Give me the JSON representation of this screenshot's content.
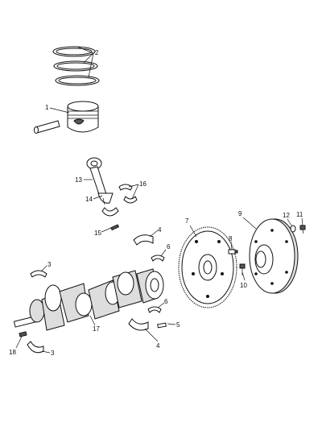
{
  "callouts": {
    "c1": "1",
    "c2": "2",
    "c3a": "3",
    "c3b": "3",
    "c4a": "4",
    "c4b": "4",
    "c5": "5",
    "c6a": "6",
    "c6b": "6",
    "c7": "7",
    "c8": "8",
    "c9": "9",
    "c10": "10",
    "c11": "11",
    "c12": "12",
    "c13": "13",
    "c14": "14",
    "c15": "15",
    "c16": "16",
    "c17": "17",
    "c18": "18"
  }
}
